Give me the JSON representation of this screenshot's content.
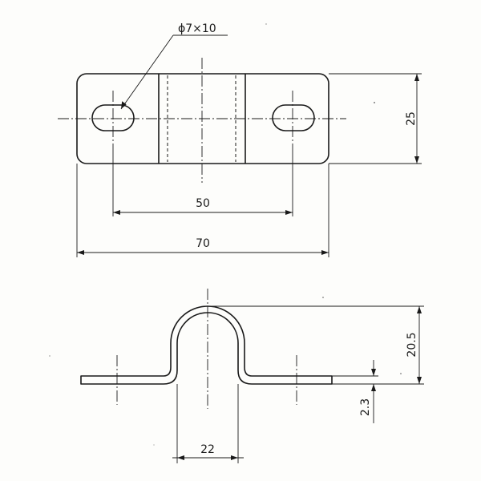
{
  "drawing": {
    "slot_callout": "ϕ7×10",
    "dimensions": {
      "height_top": "25",
      "hole_spacing": "50",
      "overall_length": "70",
      "arch_height": "20.5",
      "thickness": "2.3",
      "inner_width": "22"
    }
  }
}
